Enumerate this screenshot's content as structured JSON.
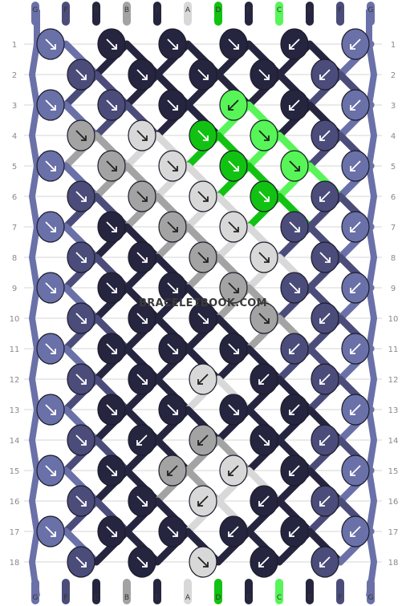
{
  "colors": {
    "G": "#6a70a8",
    "F": "#4b4c7a",
    "E": "#26253f",
    "B": "#a3a3a3",
    "A": "#d8d8d8",
    "D": "#12c212",
    "C": "#57f557"
  },
  "strings_top": [
    "G",
    "F",
    "E",
    "B",
    "E",
    "A",
    "D",
    "E",
    "C",
    "E",
    "F",
    "G"
  ],
  "strings_bottom": [
    "G",
    "F",
    "E",
    "B",
    "E",
    "A",
    "D",
    "E",
    "C",
    "E",
    "F",
    "G"
  ],
  "rows": [
    "1",
    "2",
    "3",
    "4",
    "5",
    "6",
    "7",
    "8",
    "9",
    "10",
    "11",
    "12",
    "13",
    "14",
    "15",
    "16",
    "17",
    "18"
  ],
  "watermark": "BRACELETBOOK.COM",
  "knots": [
    [
      "G",
      "dr",
      "E",
      "dr",
      "E",
      "dr",
      "E",
      "dr",
      "E",
      "dl",
      "G",
      "dl"
    ],
    [
      "F",
      "dr",
      "E",
      "dr",
      "E",
      "dr",
      "E",
      "dr",
      "F",
      "dl"
    ],
    [
      "G",
      "dr",
      "F",
      "dr",
      "E",
      "dr",
      "C",
      "dl",
      "E",
      "dl",
      "G",
      "dl"
    ],
    [
      "B",
      "dr",
      "A",
      "dr",
      "D",
      "dr",
      "C",
      "dr",
      "F",
      "dl"
    ],
    [
      "G",
      "dr",
      "B",
      "dr",
      "A",
      "dr",
      "D",
      "dr",
      "C",
      "dr",
      "G",
      "dl"
    ],
    [
      "F",
      "dr",
      "B",
      "dr",
      "A",
      "dr",
      "D",
      "dr",
      "F",
      "dl"
    ],
    [
      "G",
      "dr",
      "E",
      "dr",
      "B",
      "dr",
      "A",
      "dr",
      "F",
      "dr",
      "G",
      "dl"
    ],
    [
      "F",
      "dr",
      "E",
      "dr",
      "B",
      "dr",
      "A",
      "dr",
      "F",
      "dr"
    ],
    [
      "G",
      "dr",
      "E",
      "dr",
      "E",
      "dr",
      "B",
      "dr",
      "F",
      "dr",
      "G",
      "dl"
    ],
    [
      "F",
      "dr",
      "E",
      "dr",
      "E",
      "dr",
      "B",
      "dr",
      "F",
      "dl"
    ],
    [
      "G",
      "dr",
      "E",
      "dr",
      "E",
      "dr",
      "E",
      "dr",
      "F",
      "dl",
      "G",
      "dl"
    ],
    [
      "F",
      "dr",
      "E",
      "dr",
      "A",
      "dl",
      "E",
      "dl",
      "F",
      "dl"
    ],
    [
      "G",
      "dr",
      "E",
      "dr",
      "E",
      "dr",
      "E",
      "dr",
      "E",
      "dl",
      "G",
      "dl"
    ],
    [
      "F",
      "dr",
      "E",
      "dl",
      "B",
      "dl",
      "E",
      "dr",
      "F",
      "dl"
    ],
    [
      "G",
      "dr",
      "E",
      "dr",
      "B",
      "dl",
      "A",
      "dl",
      "E",
      "dl",
      "G",
      "dl"
    ],
    [
      "F",
      "dr",
      "E",
      "dr",
      "A",
      "dl",
      "E",
      "dl",
      "F",
      "dl"
    ],
    [
      "G",
      "dr",
      "E",
      "dr",
      "E",
      "dr",
      "E",
      "dl",
      "E",
      "dl",
      "G",
      "dl"
    ],
    [
      "F",
      "dr",
      "E",
      "dr",
      "A",
      "dr",
      "E",
      "dl",
      "F",
      "dl"
    ]
  ]
}
